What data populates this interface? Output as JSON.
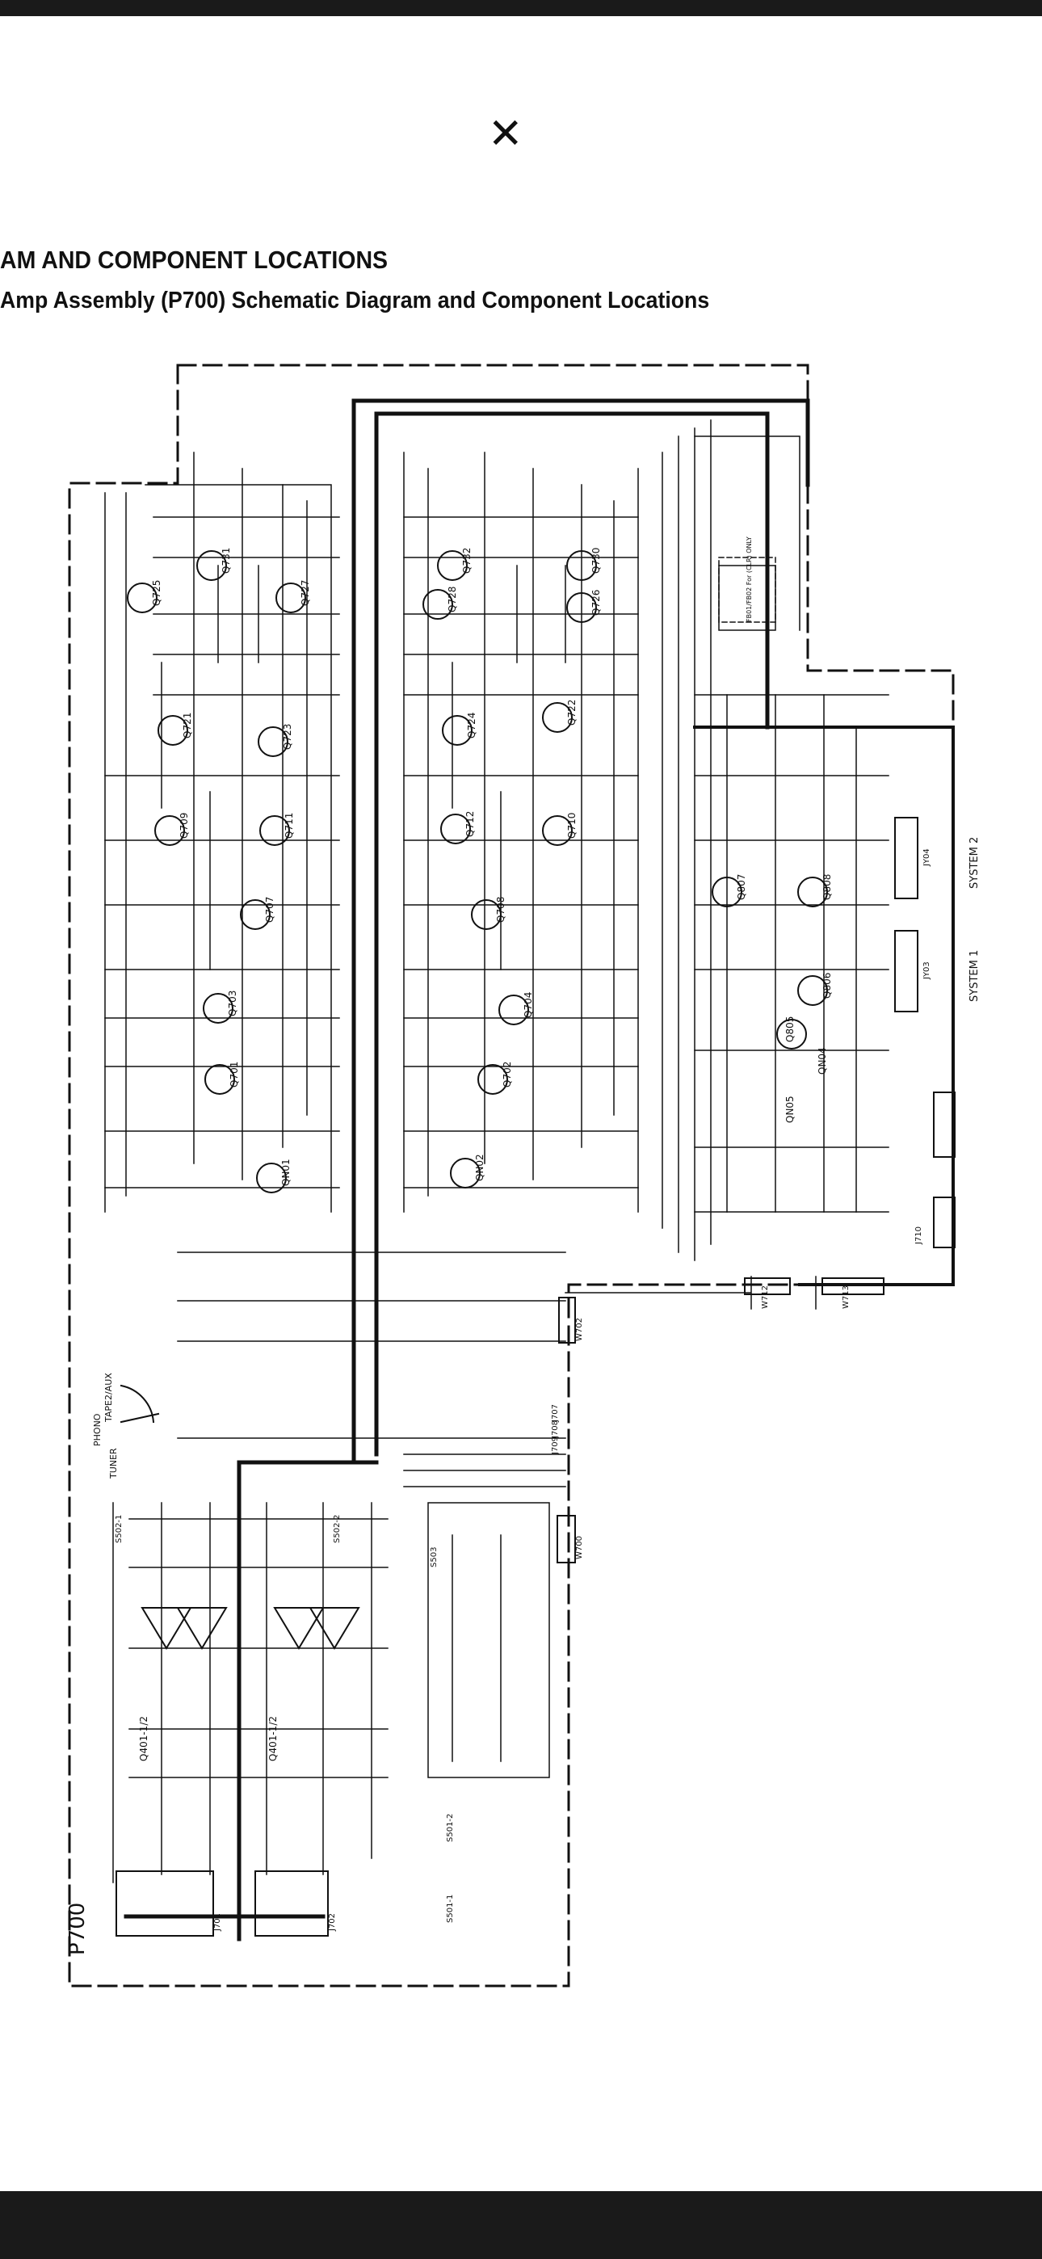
{
  "page": {
    "mark": "✕",
    "heading_line1": "AM AND COMPONENT LOCATIONS",
    "heading_line2": "Amp Assembly (P700) Schematic Diagram and Component Locations"
  },
  "schematic": {
    "board_label": "P700",
    "selector_labels": [
      "TAPE2/AUX",
      "PHONO",
      "TUNER"
    ],
    "speaker_labels": [
      "SYSTEM 2",
      "SYSTEM 1"
    ],
    "jack_labels": [
      "JY04",
      "JY03",
      "J701",
      "J702"
    ],
    "transistor_labels": [
      "Q725",
      "Q731",
      "Q727",
      "Q721",
      "Q723",
      "Q709",
      "Q711",
      "Q707",
      "Q703",
      "Q701",
      "QN01",
      "Q732",
      "Q728",
      "Q730",
      "Q726",
      "Q724",
      "Q722",
      "Q712",
      "Q710",
      "Q708",
      "Q704",
      "Q702",
      "QN02",
      "Q807",
      "Q808",
      "Q806",
      "Q805",
      "QN04",
      "QN05",
      "Q401-1/2",
      "Q401-1/2"
    ],
    "plug_labels": [
      "W702",
      "W700",
      "W712",
      "W713"
    ],
    "switch_labels": [
      "S502-1",
      "S502-2",
      "S501-1",
      "S501-2",
      "S503"
    ],
    "fuse_note": "FB01/FB02 For (CLR) ONLY",
    "connector_labels": [
      "J707",
      "J708",
      "J709",
      "J710"
    ]
  },
  "colors": {
    "background": "#ffffff",
    "ink": "#111111",
    "frame": "#1a1a1a"
  }
}
